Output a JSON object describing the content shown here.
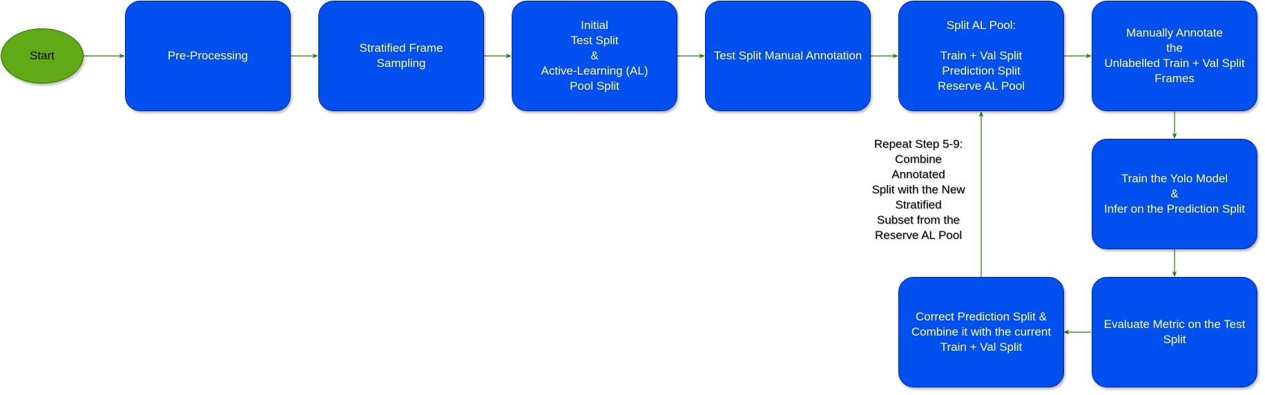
{
  "start": {
    "label": "Start"
  },
  "steps": [
    {
      "label": "Pre-Processing"
    },
    {
      "label": "Stratified Frame\nSampling"
    },
    {
      "label": "Initial\nTest Split\n&\nActive-Learning (AL)\nPool Split"
    },
    {
      "label": "Test Split Manual Annotation"
    },
    {
      "label": "Split AL Pool:\n\nTrain + Val Split\nPrediction Split\nReserve AL Pool"
    },
    {
      "label": "Manually Annotate\nthe\nUnlabelled Train + Val Split\nFrames"
    },
    {
      "label": "Train the Yolo Model\n&\nInfer on the Prediction Split"
    },
    {
      "label": "Evaluate Metric on the Test\nSplit"
    },
    {
      "label": "Correct Prediction Split &\nCombine it with the current\nTrain + Val Split"
    }
  ],
  "loop_note": {
    "label": "Repeat Step 5-9:\nCombine\nAnnotated\nSplit with the New\nStratified\nSubset from the\nReserve AL Pool"
  },
  "colors": {
    "step_fill": "#0050ef",
    "step_border": "#001dbc",
    "step_text": "#ffff88",
    "start_fill": "#60a917",
    "start_border": "#2d7600",
    "edge": "#2d7600"
  }
}
